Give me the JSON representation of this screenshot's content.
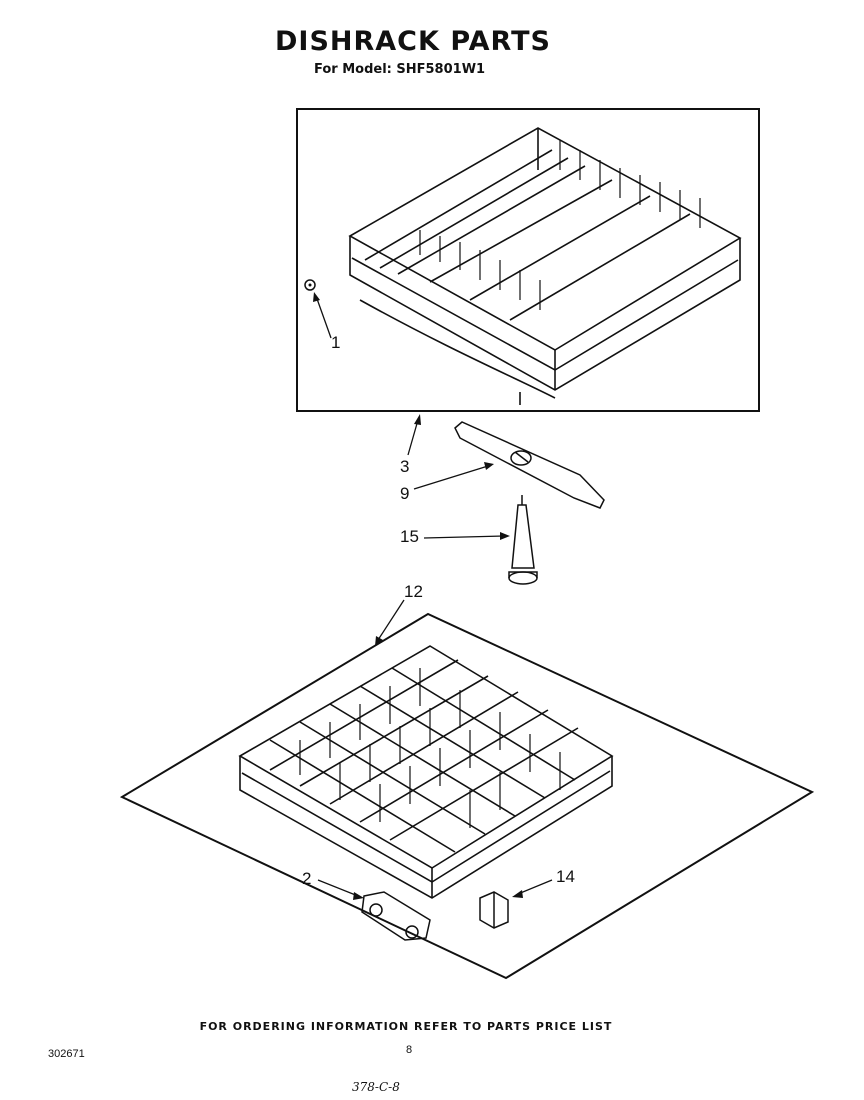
{
  "header": {
    "title": "DISHRACK PARTS",
    "model_line": "For Model: SHF5801W1"
  },
  "callouts": {
    "c1": "1",
    "c2": "2",
    "c3": "3",
    "c9": "9",
    "c12": "12",
    "c14": "14",
    "c15": "15"
  },
  "footer": {
    "note": "FOR ORDERING INFORMATION REFER TO PARTS PRICE LIST",
    "doc_number": "302671",
    "page_number": "8",
    "handwritten": "378-C-8"
  }
}
